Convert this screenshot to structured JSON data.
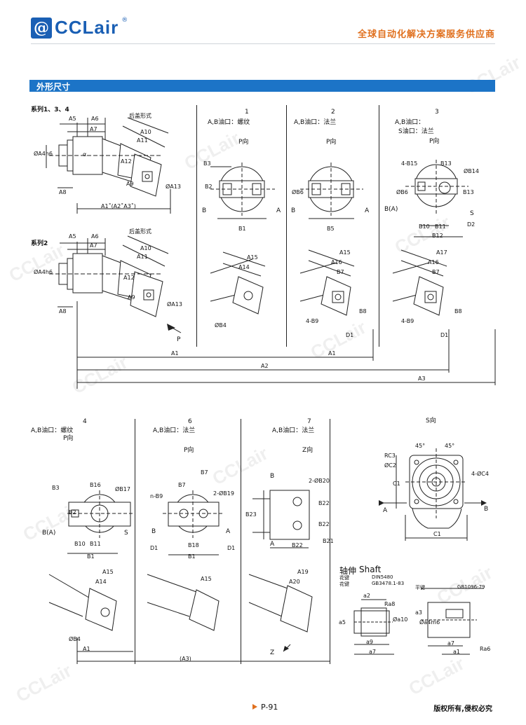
{
  "header": {
    "logo_mark": "@",
    "logo_text": "CCLair",
    "logo_reg": "®",
    "slogan": "全球自动化解决方案服务供应商"
  },
  "section": {
    "title": "外形尺寸"
  },
  "series": {
    "s1": "系列1、3、4",
    "s2": "系列2"
  },
  "col_top": {
    "c1": {
      "num": "1",
      "port": "A,B油口：螺纹",
      "view": "P向"
    },
    "c2": {
      "num": "2",
      "port": "A,B油口：法兰",
      "view": "P向"
    },
    "c3": {
      "num": "3",
      "port": "A,B油口：",
      "port2": "S油口：法兰",
      "view": "P向"
    }
  },
  "col_bot": {
    "c4": {
      "num": "4",
      "port": "A,B油口：螺纹",
      "view": "P向"
    },
    "c6": {
      "num": "6",
      "port": "A,B油口：法兰",
      "view": "P向"
    },
    "c7": {
      "num": "7",
      "port": "A,B油口：法兰",
      "view": "Z向"
    },
    "s_view": "S向"
  },
  "dims_top": {
    "a5": "A5",
    "a6": "A6",
    "a7": "A7",
    "a8": "A8",
    "a9": "A9",
    "a10": "A10",
    "a11": "A11",
    "a12": "A12",
    "a13": "ØA13",
    "a4": "ØA4h6",
    "a1": "A1˚(A2˚A3˚)",
    "alpha": "α",
    "rear_cover": "后盖形式",
    "b3": "B3",
    "b2": "B2",
    "b1": "B1",
    "b5": "B5",
    "b6": "ØB6",
    "b15": "4-B15",
    "b13": "B13",
    "b14": "ØB14",
    "b10": "B10",
    "b11": "B11",
    "b12": "B12",
    "d2": "D2",
    "s": "S",
    "ba": "B(A)",
    "A": "A",
    "B": "B"
  },
  "dims_mid": {
    "a5": "A5",
    "a6": "A6",
    "a7": "A7",
    "a8": "A8",
    "a9": "A9",
    "a10": "A10",
    "a11": "A11",
    "a12": "A12",
    "a13": "ØA13",
    "a4": "ØA4h6",
    "rear_cover": "后盖形式",
    "p": "P",
    "a14": "A14",
    "a15": "A15",
    "a16": "A16",
    "a17": "A17",
    "b4": "ØB4",
    "b7": "B7",
    "b8": "B8",
    "b9": "4-B9",
    "d1": "D1",
    "a1_line": "A1",
    "a2_line": "A2",
    "a3_line": "A3"
  },
  "dims_bot": {
    "b3": "B3",
    "b16": "B16",
    "b17": "ØB17",
    "b2": "B2",
    "ba": "B(A)",
    "s": "S",
    "b10": "B10",
    "b11": "B11",
    "b1": "B1",
    "b7": "B7",
    "b19": "2-ØB19",
    "b9": "n-B9",
    "b18": "B18",
    "d1": "D1",
    "b20": "2-ØB20",
    "b22": "B22",
    "b23": "B23",
    "b21": "B21",
    "a14": "A14",
    "a15": "A15",
    "a19": "A19",
    "a20": "A20",
    "b4": "ØB4",
    "a1": "A1",
    "a3": "(A3)",
    "z": "Z",
    "A": "A",
    "B": "B"
  },
  "s_view": {
    "rc3": "RC3",
    "c2": "ØC2",
    "c4": "4-ØC4",
    "c1": "C1",
    "deg": "45°",
    "A": "A",
    "B": "B"
  },
  "shaft": {
    "title": "轴伸",
    "title_en": "Shaft",
    "spline_label": "花键",
    "spline_std1": "DIN5480",
    "spline_std2": "GB3478.1-83",
    "key_label": "平键",
    "key_std": "GB1096-79",
    "a2": "a2",
    "ra8": "Ra8",
    "a5": "a5",
    "a10": "Øa10",
    "a9": "a9",
    "a7": "a7",
    "a3": "a3",
    "a4m6": "Øa4m6",
    "a1": "a1",
    "ra6": "Ra6"
  },
  "footer": {
    "page": "P-91",
    "rights": "版权所有,侵权必究"
  }
}
